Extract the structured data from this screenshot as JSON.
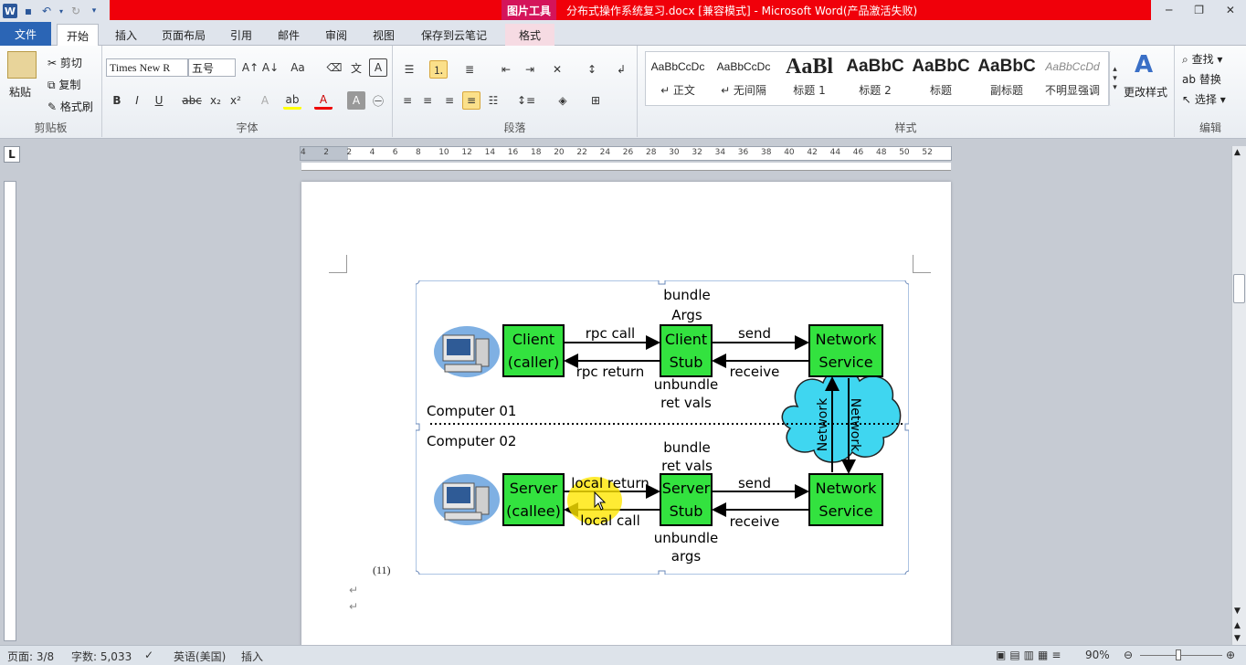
{
  "window": {
    "title": "分布式操作系统复习.docx [兼容模式] - Microsoft Word(产品激活失败)",
    "context_tool": "图片工具",
    "app_letter": "W"
  },
  "tabs": {
    "file": "文件",
    "home": "开始",
    "insert": "插入",
    "layout": "页面布局",
    "references": "引用",
    "mailings": "邮件",
    "review": "审阅",
    "view": "视图",
    "cloud": "保存到云笔记",
    "format": "格式"
  },
  "ribbon": {
    "clipboard": {
      "label": "剪贴板",
      "paste": "粘贴",
      "cut": "剪切",
      "copy": "复制",
      "format_painter": "格式刷"
    },
    "font": {
      "label": "字体",
      "font_name": "Times New R",
      "font_size": "五号"
    },
    "paragraph": {
      "label": "段落"
    },
    "styles": {
      "label": "样式",
      "items": [
        {
          "preview": "AaBbCcDc",
          "name": "↵ 正文"
        },
        {
          "preview": "AaBbCcDc",
          "name": "↵ 无间隔"
        },
        {
          "preview": "AaBl",
          "name": "标题 1"
        },
        {
          "preview": "AaBbC",
          "name": "标题 2"
        },
        {
          "preview": "AaBbC",
          "name": "标题"
        },
        {
          "preview": "AaBbC",
          "name": "副标题"
        },
        {
          "preview": "AaBbCcDd",
          "name": "不明显强调"
        }
      ],
      "change": "更改样式"
    },
    "editing": {
      "label": "编辑",
      "find": "查找",
      "replace": "替换",
      "select": "选择"
    }
  },
  "ruler": {
    "ticks": [
      "4",
      "2",
      "2",
      "4",
      "6",
      "8",
      "10",
      "12",
      "14",
      "16",
      "18",
      "20",
      "22",
      "24",
      "26",
      "28",
      "30",
      "32",
      "34",
      "36",
      "38",
      "40",
      "42",
      "44",
      "46",
      "48",
      "50",
      "52"
    ]
  },
  "document": {
    "caption": "(11)",
    "diagram": {
      "client": "Client\n(caller)",
      "client_stub": "Client\nStub",
      "net_service_top": "Network\nService",
      "server": "Server\n(callee)",
      "server_stub": "Server\nStub",
      "net_service_bottom": "Network\nService",
      "rpc_call": "rpc call",
      "rpc_return": "rpc return",
      "send_top": "send",
      "receive_top": "receive",
      "bundle_args": "bundle\nArgs",
      "unbundle_ret": "unbundle\nret vals",
      "computer01": "Computer 01",
      "computer02": "Computer 02",
      "bundle_ret": "bundle\nret vals",
      "local_return": "local return",
      "local_call": "local call",
      "send_bottom": "send",
      "receive_bottom": "receive",
      "unbundle_args": "unbundle\nargs",
      "network1": "Network",
      "network2": "Network"
    }
  },
  "status": {
    "page": "页面: 3/8",
    "words": "字数: 5,033",
    "language": "英语(美国)",
    "mode": "插入",
    "zoom": "90%"
  }
}
